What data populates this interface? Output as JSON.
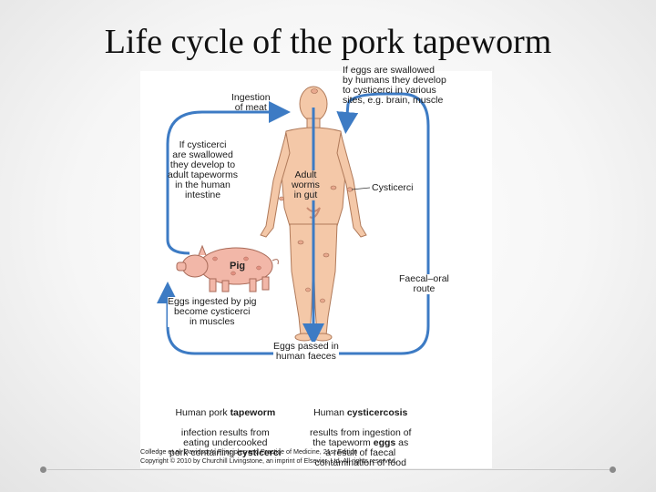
{
  "title": "Life cycle of the pork tapeworm",
  "labels": {
    "ingestion_of_meat": "Ingestion\nof meat",
    "eggs_swallowed_humans": "If eggs are swallowed\nby humans they develop\nto cysticerci in various\nsites, e.g. brain, muscle",
    "cysticerci_swallowed": "If cysticerci\nare swallowed\nthey develop to\nadult tapeworms\nin the human\nintestine",
    "adult_worms_in_gut": "Adult\nworms\nin gut",
    "cysticerci": "Cysticerci",
    "pig": "Pig",
    "faecal_oral_route": "Faecal–oral\nroute",
    "eggs_ingested_by_pig": "Eggs ingested by pig\nbecome cysticerci\nin muscles",
    "eggs_passed": "Eggs passed in\nhuman faeces",
    "taeniasis_pre": "Human pork ",
    "taeniasis_bold": "tapeworm",
    "taeniasis_rest": "infection results from\neating undercooked\npork containing ",
    "taeniasis_bold2": "cysticerci",
    "cysticercosis_pre": "Human ",
    "cysticercosis_bold": "cysticercosis",
    "cysticercosis_mid": "results from ingestion of\nthe tapeworm ",
    "cysticercosis_bold2": "eggs",
    "cysticercosis_rest": " as\na result of faecal\ncontamination of food"
  },
  "credit": {
    "line1": "Colledge et al: Davidson's Principles and Practice of Medicine, 21st Edition",
    "line2": "Copyright © 2010 by Churchill Livingstone, an imprint of Elsevier, Ltd. All rights reserved."
  },
  "colors": {
    "arrow": "#3d7bc4",
    "skin": "#f4c8a8",
    "skin_outline": "#b07a5a",
    "pig": "#f2b7a8"
  }
}
